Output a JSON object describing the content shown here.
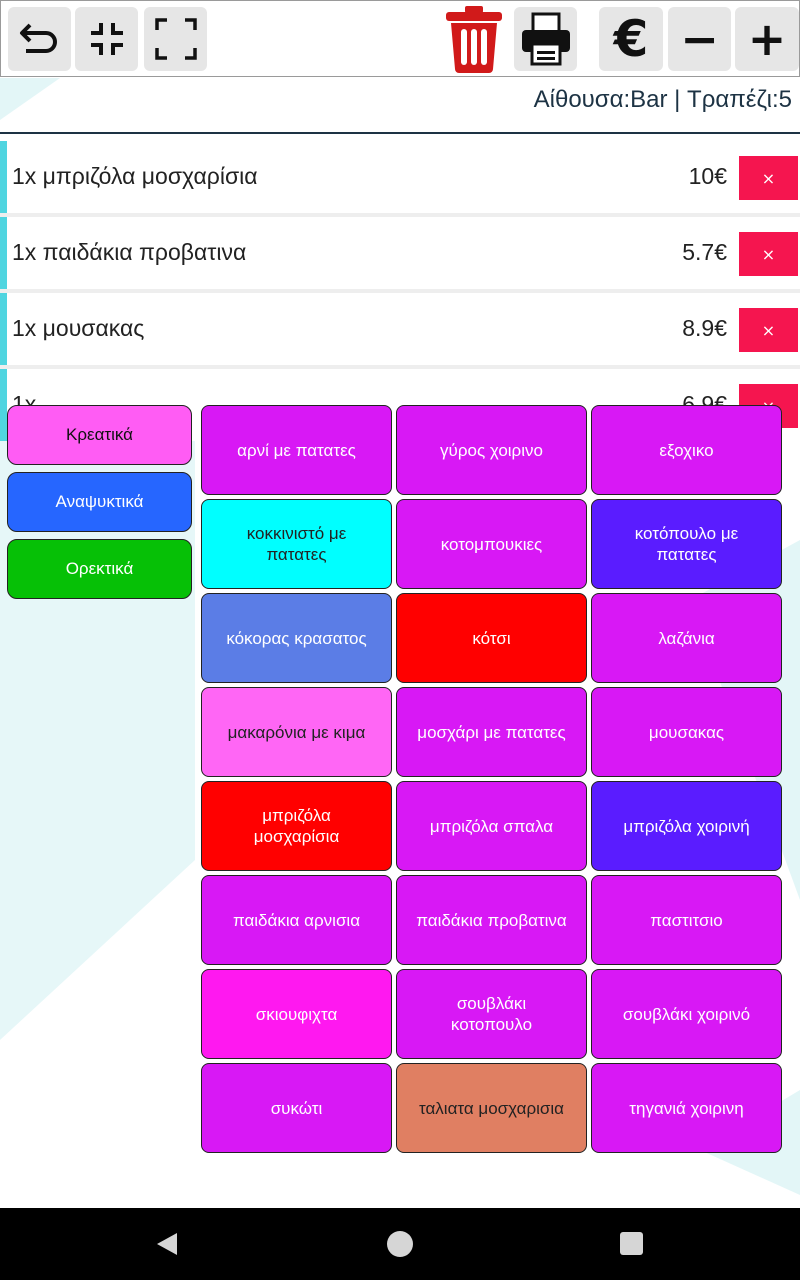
{
  "header": {
    "location": "Αίθουσα:Bar | Τραπέζι:5",
    "icons": [
      "undo-icon",
      "shrink-icon",
      "fullscreen-icon",
      "trash-icon",
      "printer-icon",
      "euro-icon",
      "minus-icon",
      "plus-icon"
    ],
    "euro_label": "€",
    "minus_label": "−",
    "plus_label": "+"
  },
  "order": {
    "delete_label": "×",
    "items": [
      {
        "name": "1x μπριζόλα μοσχαρίσια",
        "price": "10€"
      },
      {
        "name": "1x παιδάκια προβατινα",
        "price": "5.7€"
      },
      {
        "name": "1x μουσακας",
        "price": "8.9€"
      },
      {
        "name": "1x",
        "price": "6.9€"
      }
    ]
  },
  "categories": [
    {
      "label": "Κρεατικά",
      "color": "#ff5cf4",
      "text_color": "#111111"
    },
    {
      "label": "Αναψυκτικά",
      "color": "#2666ff",
      "text_color": "#ffffff"
    },
    {
      "label": "Ορεκτικά",
      "color": "#06c006",
      "text_color": "#ffffff"
    }
  ],
  "products": [
    {
      "label": "αρνί με πατατες",
      "color": "#d818f5",
      "text_color": "#ffffff"
    },
    {
      "label": "γύρος χοιρινο",
      "color": "#d818f5",
      "text_color": "#ffffff"
    },
    {
      "label": "εξοχικο",
      "color": "#d818f5",
      "text_color": "#ffffff"
    },
    {
      "label": "κοκκινιστό με πατατες",
      "color": "#00ffff",
      "text_color": "#222222"
    },
    {
      "label": "κοτομπουκιες",
      "color": "#d818f5",
      "text_color": "#ffffff"
    },
    {
      "label": "κοτόπουλο με πατατες",
      "color": "#5a1cff",
      "text_color": "#ffffff"
    },
    {
      "label": "κόκορας κρασατος",
      "color": "#5b7de6",
      "text_color": "#ffffff"
    },
    {
      "label": "κότσι",
      "color": "#ff0000",
      "text_color": "#ffffff"
    },
    {
      "label": "λαζάνια",
      "color": "#d818f5",
      "text_color": "#ffffff"
    },
    {
      "label": "μακαρόνια με κιμα",
      "color": "#ff66f5",
      "text_color": "#222222"
    },
    {
      "label": "μοσχάρι με πατατες",
      "color": "#d818f5",
      "text_color": "#ffffff"
    },
    {
      "label": "μουσακας",
      "color": "#d818f5",
      "text_color": "#ffffff"
    },
    {
      "label": "μπριζόλα μοσχαρίσια",
      "color": "#ff0000",
      "text_color": "#ffffff"
    },
    {
      "label": "μπριζόλα σπαλα",
      "color": "#d818f5",
      "text_color": "#ffffff"
    },
    {
      "label": "μπριζόλα χοιρινή",
      "color": "#5a1cff",
      "text_color": "#ffffff"
    },
    {
      "label": "παιδάκια αρνισια",
      "color": "#d818f5",
      "text_color": "#ffffff"
    },
    {
      "label": "παιδάκια προβατινα",
      "color": "#d818f5",
      "text_color": "#ffffff"
    },
    {
      "label": "παστιτσιο",
      "color": "#d818f5",
      "text_color": "#ffffff"
    },
    {
      "label": "σκιουφιχτα",
      "color": "#ff18f0",
      "text_color": "#ffffff"
    },
    {
      "label": "σουβλάκι κοτοπουλο",
      "color": "#d818f5",
      "text_color": "#ffffff"
    },
    {
      "label": "σουβλάκι χοιρινό",
      "color": "#d818f5",
      "text_color": "#ffffff"
    },
    {
      "label": "συκώτι",
      "color": "#d818f5",
      "text_color": "#ffffff"
    },
    {
      "label": "ταλιατα μοσχαρισια",
      "color": "#e07f62",
      "text_color": "#222222"
    },
    {
      "label": "τηγανιά χοιρινη",
      "color": "#d818f5",
      "text_color": "#ffffff"
    }
  ],
  "system_nav": {
    "icons": [
      "back-icon",
      "home-icon",
      "recents-icon"
    ]
  },
  "colors": {
    "accent_bar": "#4fd5e0",
    "delete": "#f5154f",
    "trash": "#d11a1a",
    "header_text": "#1d3344"
  }
}
